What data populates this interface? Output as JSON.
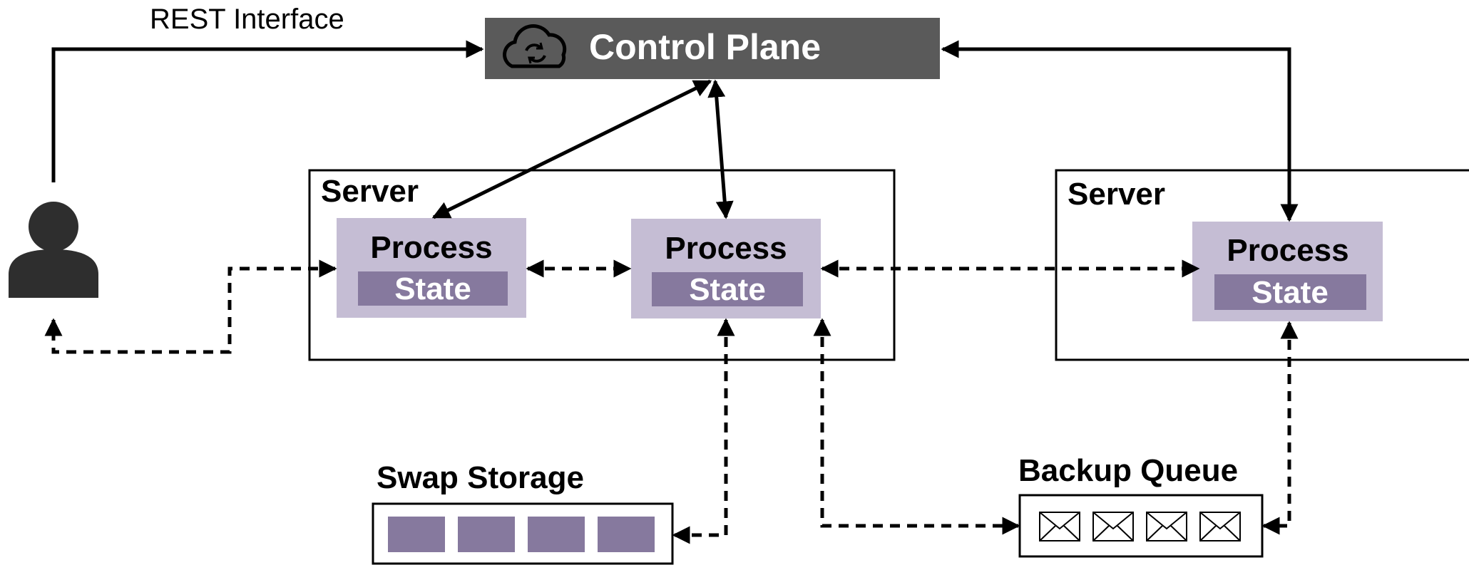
{
  "rest_interface_label": "REST Interface",
  "control_plane": {
    "label": "Control Plane",
    "icon": "cloud-sync-icon",
    "fill": "#5a5a5a"
  },
  "servers": [
    {
      "label": "Server"
    },
    {
      "label": "Server"
    }
  ],
  "processes": [
    {
      "label": "Process",
      "state_label": "State"
    },
    {
      "label": "Process",
      "state_label": "State"
    },
    {
      "label": "Process",
      "state_label": "State"
    }
  ],
  "swap_storage": {
    "label": "Swap Storage",
    "blocks": 4
  },
  "backup_queue": {
    "label": "Backup Queue",
    "messages": 4,
    "icon": "envelope-icon"
  },
  "colors": {
    "process_fill": "#c5bdd4",
    "state_fill": "#86799e",
    "control_plane_fill": "#5a5a5a",
    "line": "#000000"
  }
}
